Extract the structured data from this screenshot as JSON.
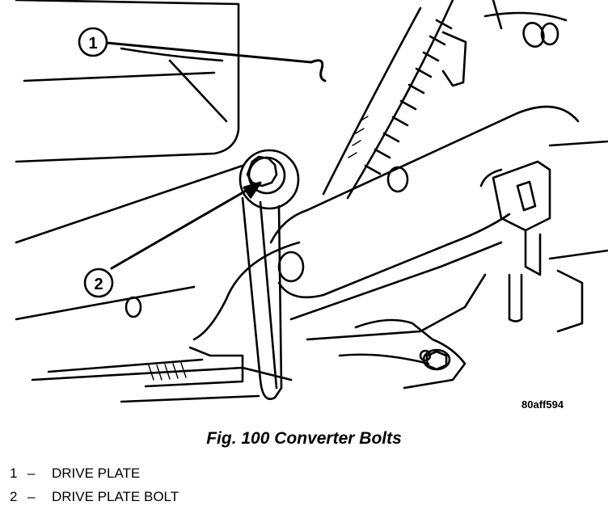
{
  "figure": {
    "id_code": "80aff594",
    "caption": "Fig. 100 Converter Bolts"
  },
  "callouts": [
    {
      "number": "1",
      "label": "DRIVE PLATE"
    },
    {
      "number": "2",
      "label": "DRIVE PLATE BOLT"
    }
  ],
  "legend_separator": "–",
  "colors": {
    "ink": "#000000",
    "paper": "#ffffff"
  }
}
